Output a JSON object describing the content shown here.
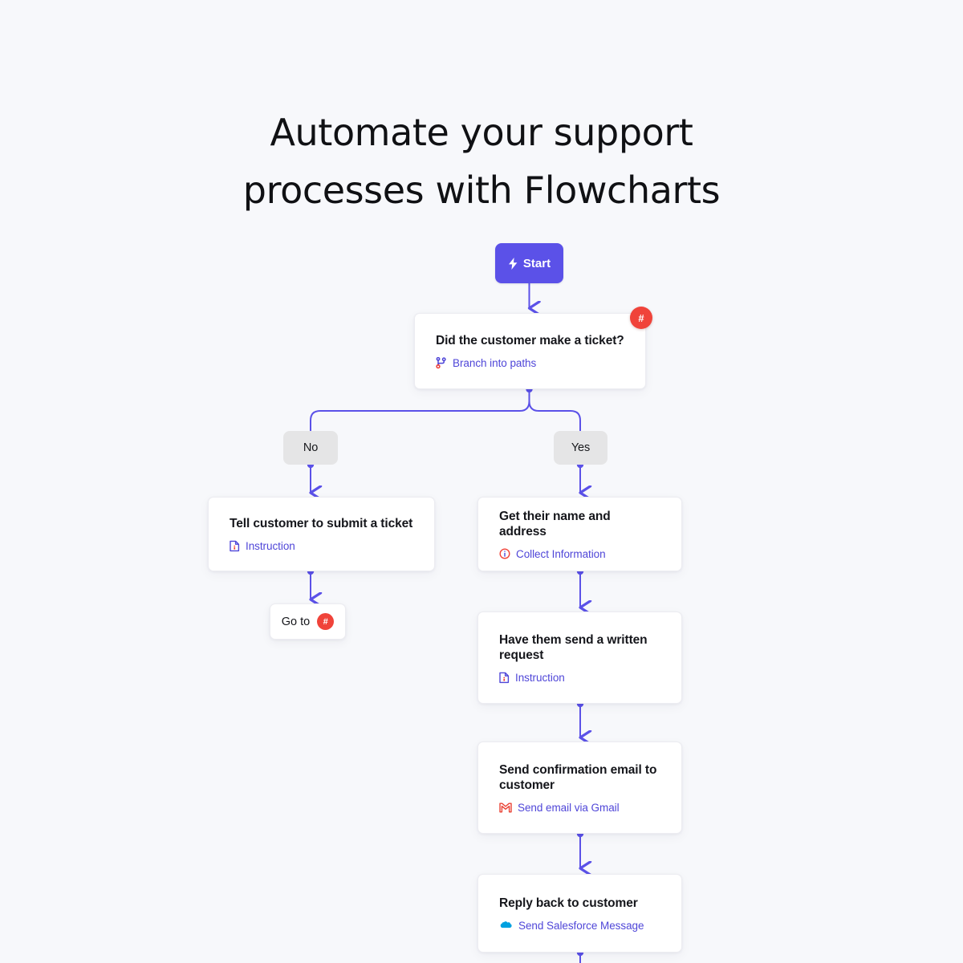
{
  "page": {
    "background_color": "#f7f8fb",
    "heading_line_1": "Automate your support",
    "heading_line_2": "processes with Flowcharts"
  },
  "colors": {
    "accent_indigo": "#5b51e8",
    "link_indigo": "#4f46d8",
    "badge_red": "#f0433a",
    "pill_grey": "#e5e5e6",
    "card_white": "#ffffff",
    "gmail_red": "#ea4335",
    "salesforce_blue": "#00a1e0"
  },
  "flow": {
    "start": {
      "label": "Start",
      "icon": "lightning-bolt-icon"
    },
    "decision": {
      "title": "Did the customer make a ticket?",
      "subtitle": "Branch into paths",
      "subtitle_icon": "git-branch-icon",
      "badge": "#"
    },
    "branches": [
      {
        "label": "No"
      },
      {
        "label": "Yes"
      }
    ],
    "left_path": [
      {
        "title": "Tell customer to submit a ticket",
        "subtitle": "Instruction",
        "subtitle_icon": "document-instruction-icon"
      }
    ],
    "goto": {
      "label": "Go to",
      "badge": "#"
    },
    "right_path": [
      {
        "title": "Get their name and address",
        "subtitle": "Collect Information",
        "subtitle_icon": "info-circle-icon"
      },
      {
        "title": "Have them send a written request",
        "subtitle": "Instruction",
        "subtitle_icon": "document-instruction-icon"
      },
      {
        "title": "Send confirmation email to customer",
        "subtitle": "Send email via Gmail",
        "subtitle_icon": "gmail-icon"
      },
      {
        "title": "Reply back to customer",
        "subtitle": "Send Salesforce Message",
        "subtitle_icon": "salesforce-cloud-icon"
      }
    ]
  }
}
